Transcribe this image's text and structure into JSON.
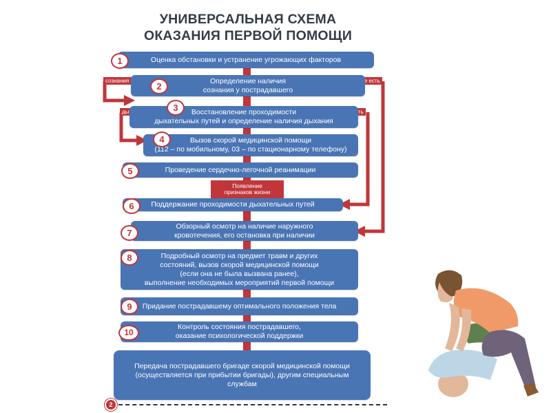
{
  "title": {
    "line1": "УНИВЕРСАЛЬНАЯ СХЕМА",
    "line2": "ОКАЗАНИЯ ПЕРВОЙ ПОМОЩИ"
  },
  "steps": [
    {
      "num": "1",
      "lines": [
        "Оценка обстановки и устранение угрожающих факторов"
      ]
    },
    {
      "num": "2",
      "lines": [
        "Определение наличия",
        "сознания у пострадавшего"
      ]
    },
    {
      "num": "3",
      "lines": [
        "Восстановление проходимости",
        "дыхательных путей и определение наличия дыхания"
      ]
    },
    {
      "num": "4",
      "lines": [
        "Вызов скорой медицинской помощи",
        "(112 – по мобильному, 03 – по стационарному телефону)"
      ]
    },
    {
      "num": "5",
      "lines": [
        "Проведение сердечно-легочной реанимации"
      ]
    },
    {
      "num": "6",
      "lines": [
        "Поддержание проходимости дыхательных путей"
      ]
    },
    {
      "num": "7",
      "lines": [
        "Обзорный осмотр на наличие наружного",
        "кровотечения, его остановка при наличии"
      ]
    },
    {
      "num": "8",
      "lines": [
        "Подробный осмотр на предмет травм и других",
        "состояний, вызов скорой медицинской помощи",
        "(если она не была вызвана ранее),",
        "выполнение необходимых мероприятий первой помощи"
      ]
    },
    {
      "num": "9",
      "lines": [
        "Придание пострадавшему оптимального положения тела"
      ]
    },
    {
      "num": "10",
      "lines": [
        "Контроль состояния пострадавшего,",
        "оказание психологической поддержки"
      ]
    }
  ],
  "final": {
    "lines": [
      "Передача пострадавшего бригаде скорой медицинской помощи",
      "(осуществляется при прибытии бригады), другим специальным",
      "службам"
    ]
  },
  "labels": {
    "no_consciousness": "сознания нет",
    "has_consciousness": "сознание есть",
    "no_breathing": "дыхания нет",
    "has_breathing": "дыхание есть",
    "vitals_line1": "Появление",
    "vitals_line2": "признаков жизни"
  },
  "page_marker": "2",
  "colors": {
    "box": "#4a75b4",
    "accent": "#c0363a",
    "title": "#333d48"
  }
}
